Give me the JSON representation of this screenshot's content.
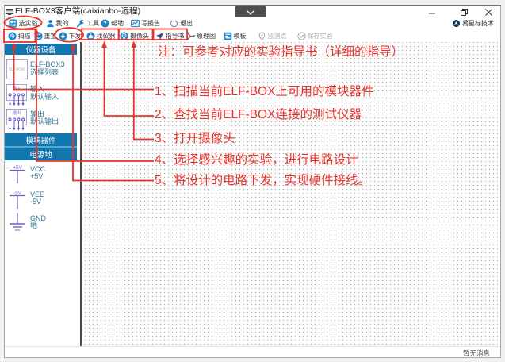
{
  "window": {
    "title": "ELF-BOX3客户端(caixianbo-远程)"
  },
  "brand": {
    "label": "易星标技术"
  },
  "menubar": {
    "items": [
      {
        "label": "选实验"
      },
      {
        "label": "我的"
      },
      {
        "label": "工具"
      },
      {
        "label": "帮助"
      },
      {
        "label": "写报告"
      },
      {
        "label": "退出"
      }
    ]
  },
  "toolbar": {
    "items": [
      {
        "label": "扫描",
        "enabled": true
      },
      {
        "label": "重置",
        "enabled": true
      },
      {
        "label": "下发",
        "enabled": true
      },
      {
        "label": "找仪器",
        "enabled": true
      },
      {
        "label": "摄像头",
        "enabled": true
      },
      {
        "label": "指导书",
        "enabled": true
      },
      {
        "label": "原理图",
        "enabled": true
      },
      {
        "label": "模板",
        "enabled": true
      },
      {
        "label": "监测点",
        "enabled": false
      },
      {
        "label": "保存实验",
        "enabled": false
      }
    ]
  },
  "sidebar": {
    "section1": {
      "header": "仪器设备"
    },
    "section2": {
      "header": "模块器件",
      "subheader": "电源地"
    },
    "items": {
      "elfbox": {
        "name": "ELF-BOX3",
        "desc": "选择列表",
        "icon_label": "ELF-BOX3"
      },
      "input": {
        "name": "输入",
        "desc": "默认输入",
        "icon_label": "输入"
      },
      "output": {
        "name": "输出",
        "desc": "默认输出",
        "icon_label": "输出"
      },
      "vcc": {
        "name": "VCC",
        "desc": "+5V",
        "icon_label": "+5V"
      },
      "vee": {
        "name": "VEE",
        "desc": "-5V",
        "icon_label": "-5V"
      },
      "gnd": {
        "name": "GND",
        "desc": "地"
      }
    }
  },
  "statusbar": {
    "message": "暂无消息"
  },
  "annotations": {
    "note": "注：可参考对应的实验指导书（详细的指导）",
    "steps": [
      {
        "text": "1、扫描当前ELF-BOX上可用的模块器件"
      },
      {
        "text": "2、查找当前ELF-BOX连接的测试仪器"
      },
      {
        "text": "3、打开摄像头"
      },
      {
        "text": "4、选择感兴趣的实验，进行电路设计"
      },
      {
        "text": "5、将设计的电路下发，实现硬件接线。"
      }
    ],
    "color": "#e5342c"
  }
}
